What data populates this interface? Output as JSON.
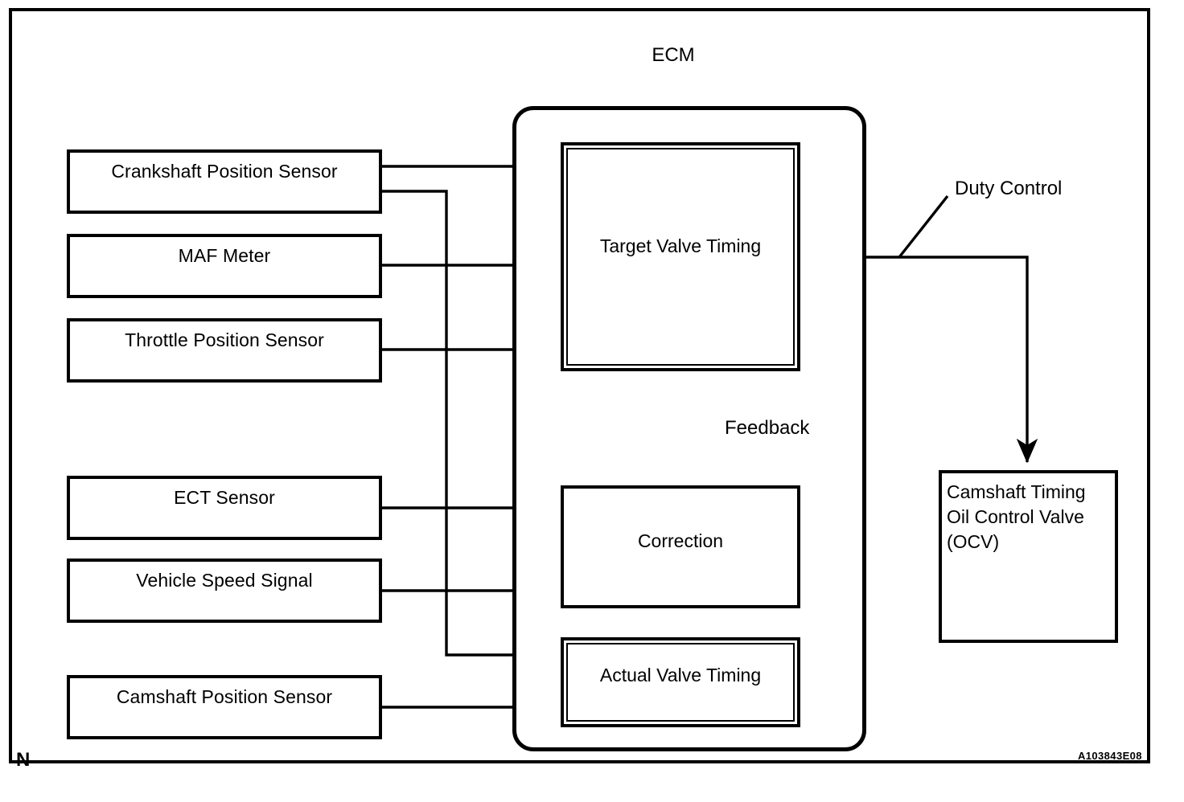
{
  "diagram": {
    "title": "ECM",
    "corner_mark": "N",
    "drawing_code": "A103843E08"
  },
  "sensors": [
    {
      "label": "Crankshaft Position Sensor"
    },
    {
      "label": "MAF Meter"
    },
    {
      "label": "Throttle Position Sensor"
    },
    {
      "label": "ECT Sensor"
    },
    {
      "label": "Vehicle Speed Signal"
    },
    {
      "label": "Camshaft Position Sensor"
    }
  ],
  "ecm_blocks": [
    {
      "label": "Target Valve Timing"
    },
    {
      "label": "Correction"
    },
    {
      "label": "Actual Valve Timing"
    }
  ],
  "output": {
    "label": "Camshaft Timing\nOil Control Valve\n(OCV)"
  },
  "annotations": {
    "duty_control": "Duty Control",
    "feedback": "Feedback"
  },
  "colors": {
    "line": "#000000",
    "background": "#ffffff"
  }
}
